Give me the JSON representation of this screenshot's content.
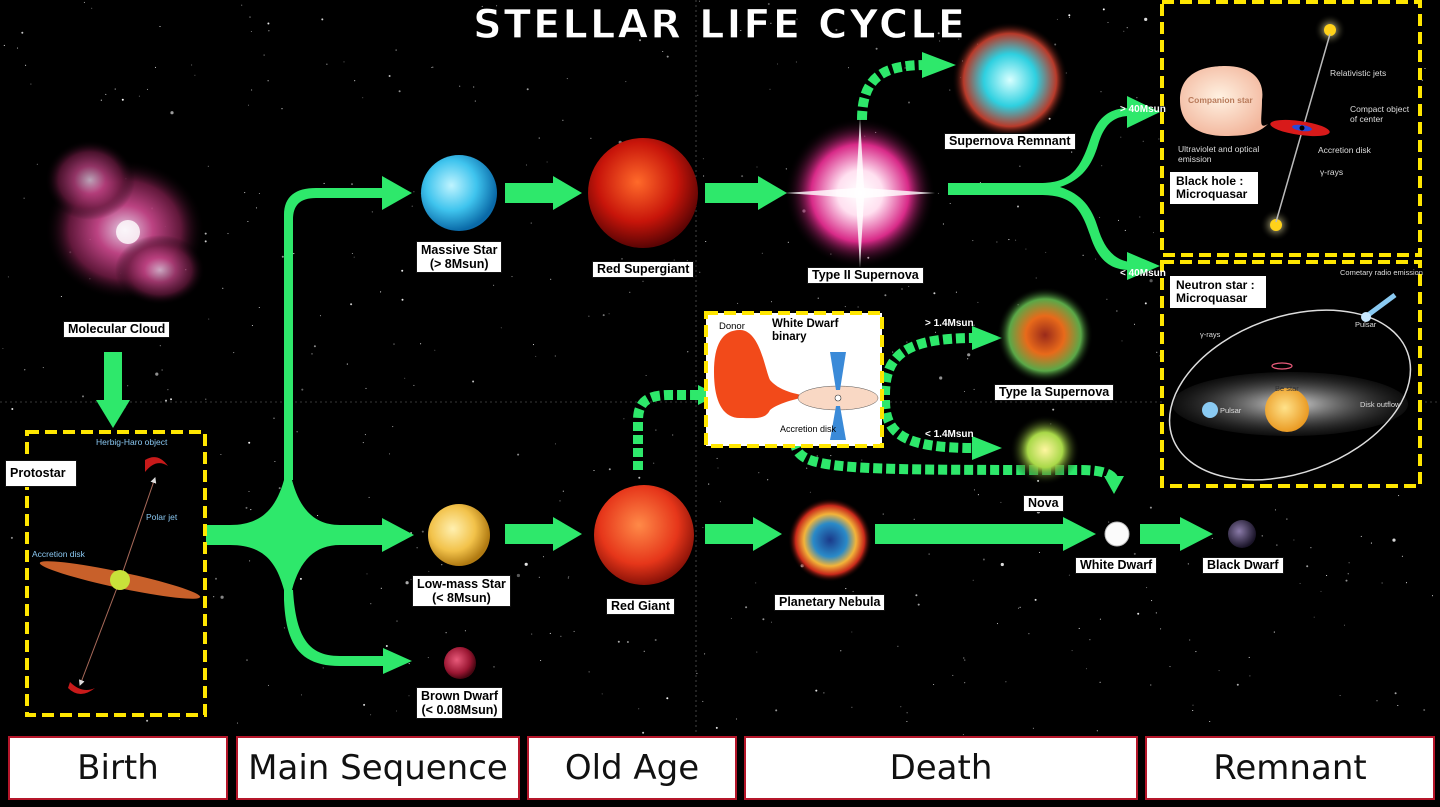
{
  "title": "STELLAR LIFE CYCLE",
  "stages": [
    "Birth",
    "Main Sequence",
    "Old Age",
    "Death",
    "Remnant"
  ],
  "objects": {
    "molecular_cloud": "Molecular Cloud",
    "protostar": "Protostar",
    "massive_star": "Massive Star",
    "massive_star_mass": "(> 8Msun)",
    "low_mass_star": "Low-mass Star",
    "low_mass_star_mass": "(< 8Msun)",
    "brown_dwarf": "Brown Dwarf",
    "brown_dwarf_mass": "(< 0.08Msun)",
    "red_supergiant": "Red Supergiant",
    "red_giant": "Red Giant",
    "type2_supernova": "Type II Supernova",
    "supernova_remnant": "Supernova Remnant",
    "planetary_nebula": "Planetary Nebula",
    "type1a_supernova": "Type Ia Supernova",
    "nova": "Nova",
    "white_dwarf": "White Dwarf",
    "black_dwarf": "Black Dwarf"
  },
  "thresholds": {
    "gt40": "> 40Msun",
    "lt40": "< 40Msun",
    "gt14": "> 1.4Msun",
    "lt14": "< 1.4Msun"
  },
  "protostar_panel": {
    "herbig_haro": "Herbig-Haro object",
    "polar_jet": "Polar jet",
    "accretion_disk": "Accretion disk"
  },
  "binary_panel": {
    "donor": "Donor",
    "title": "White Dwarf binary",
    "accretion_disk": "Accretion disk"
  },
  "black_hole_panel": {
    "title": "Black hole : Microquasar",
    "companion_star": "Companion star",
    "relativistic_jets": "Relativistic jets",
    "compact_object": "Compact object of center",
    "uv_emission": "Ultraviolet and optical emission",
    "accretion_disk": "Accretion disk",
    "gamma_rays": "γ-rays"
  },
  "neutron_panel": {
    "title": "Neutron star : Microquasar",
    "cometary": "Cometary radio emission",
    "pulsar": "Pulsar",
    "gamma_rays": "γ-rays",
    "be_star": "Be star",
    "disk_outflow": "Disk outflow"
  },
  "colors": {
    "arrow": "#2ee86b",
    "panel_border": "#ffe600",
    "stage_border": "#b5162a"
  }
}
